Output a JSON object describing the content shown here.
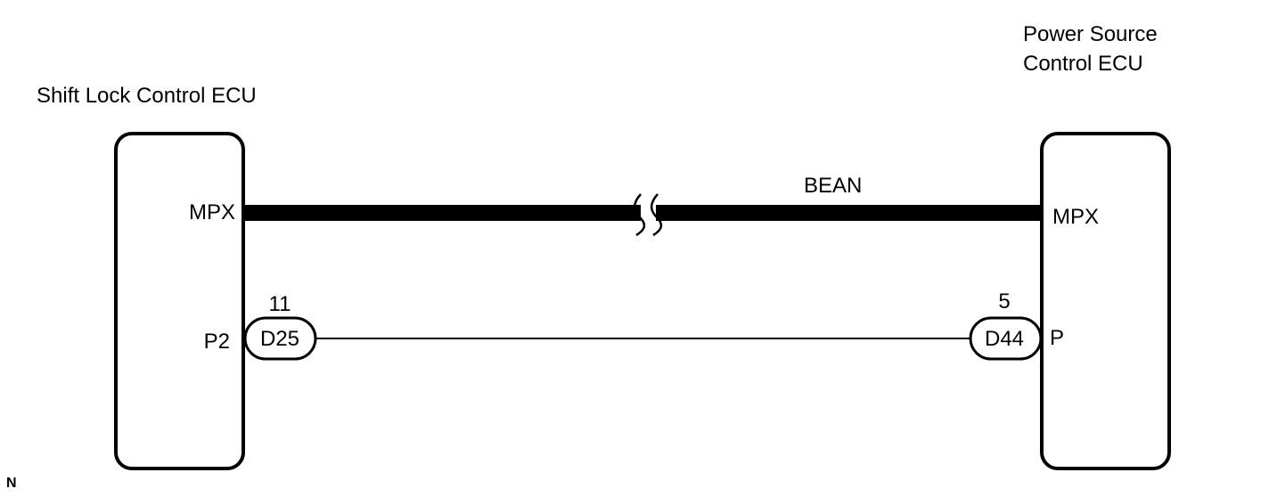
{
  "left_ecu": {
    "title": "Shift Lock Control ECU",
    "pin_bus": "MPX",
    "pin_signal": "P2",
    "connector_code": "D25",
    "pin_number": "11"
  },
  "right_ecu": {
    "title_line1": "Power Source",
    "title_line2": "Control ECU",
    "pin_bus": "MPX",
    "pin_signal": "P",
    "connector_code": "D44",
    "pin_number": "5"
  },
  "bus_label": "BEAN",
  "corner_code": "N",
  "colors": {
    "line": "#000000",
    "background": "#ffffff"
  }
}
